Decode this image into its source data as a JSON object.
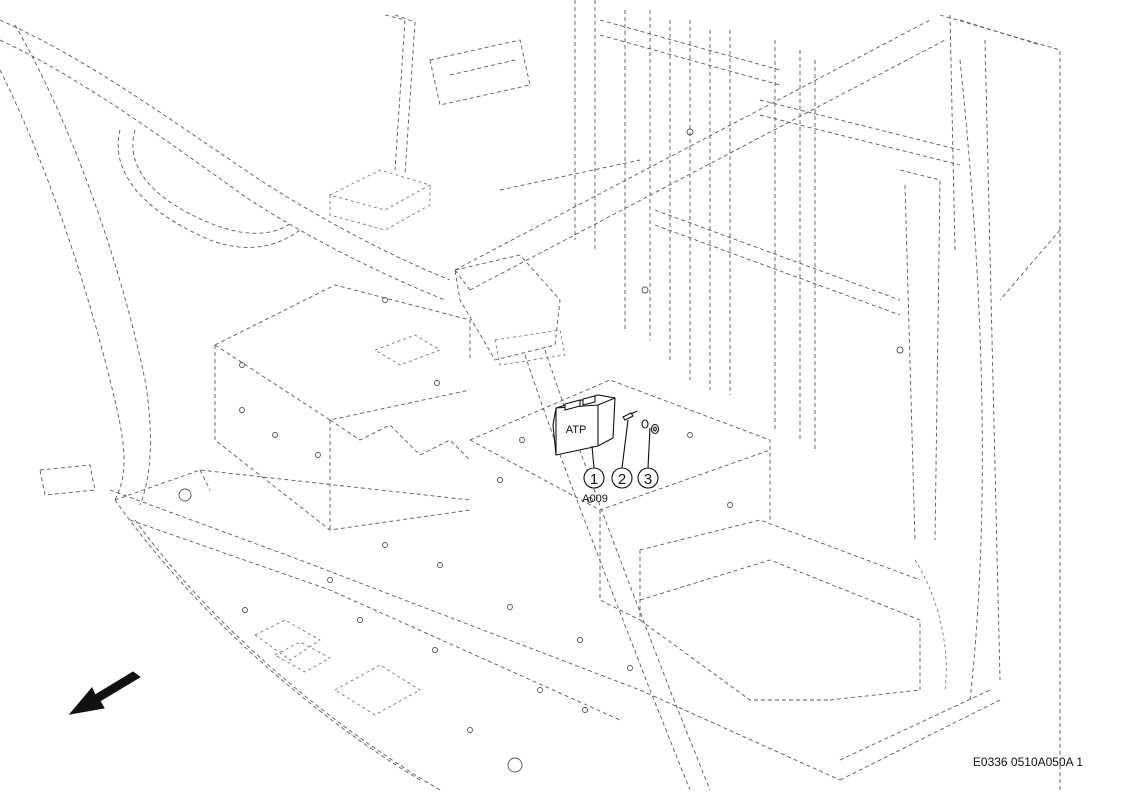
{
  "component": {
    "label": "ATP",
    "code": "A009"
  },
  "callouts": [
    {
      "number": "1"
    },
    {
      "number": "2"
    },
    {
      "number": "3"
    }
  ],
  "direction_arrow": {
    "icon": "arrow-down-left-icon"
  },
  "drawing_reference": "E0336 0510A050A 1"
}
